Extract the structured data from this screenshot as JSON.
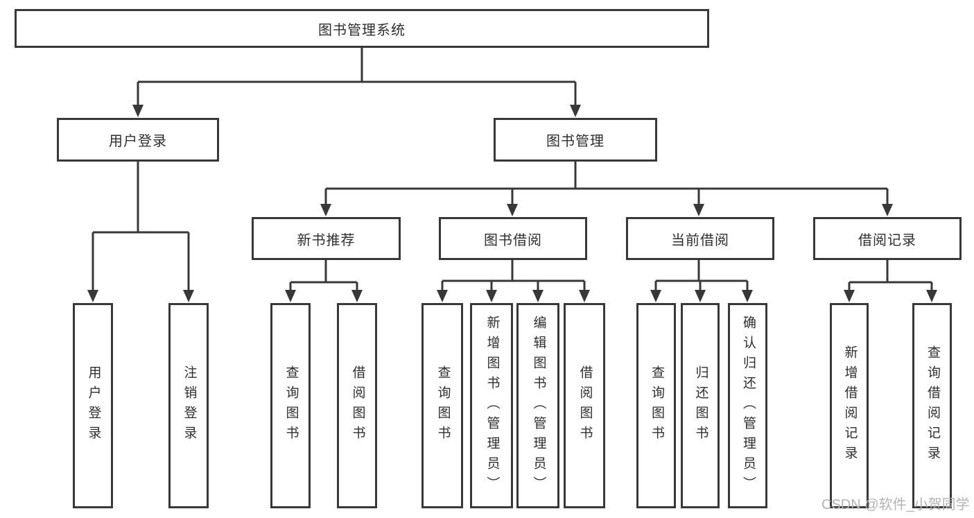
{
  "diagram_type": "hierarchy-tree",
  "tree": {
    "root": {
      "label": "图书管理系统",
      "children": [
        {
          "label": "用户登录",
          "children": [
            {
              "label": "用户登录"
            },
            {
              "label": "注销登录"
            }
          ]
        },
        {
          "label": "图书管理",
          "children": [
            {
              "label": "新书推荐",
              "children": [
                {
                  "label": "查询图书"
                },
                {
                  "label": "借阅图书"
                }
              ]
            },
            {
              "label": "图书借阅",
              "children": [
                {
                  "label": "查询图书"
                },
                {
                  "label": "新增图书（管理员）"
                },
                {
                  "label": "编辑图书（管理员）"
                },
                {
                  "label": "借阅图书"
                }
              ]
            },
            {
              "label": "当前借阅",
              "children": [
                {
                  "label": "查询图书"
                },
                {
                  "label": "归还图书"
                },
                {
                  "label": "确认归还（管理员）"
                }
              ]
            },
            {
              "label": "借阅记录",
              "children": [
                {
                  "label": "新增借阅记录"
                },
                {
                  "label": "查询借阅记录"
                }
              ]
            }
          ]
        }
      ]
    }
  },
  "watermark": {
    "text": "CSDN @软件_小贺同学"
  },
  "colors": {
    "line": "#383838",
    "text": "#2e2e2e",
    "watermark": "#b3b3b3",
    "background": "#ffffff"
  }
}
